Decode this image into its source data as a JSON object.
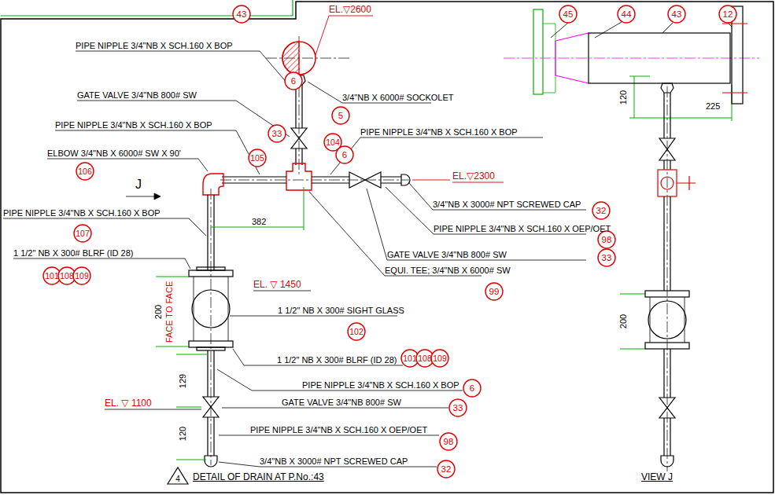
{
  "diagram": {
    "title": "DETAIL OF DRAIN AT P.No.:43",
    "labels": [
      "43",
      "EL.▽2600",
      "PIPE NIPPLE 3/4\"NB X SCH.160 X BOP",
      "6",
      "GATE VALVE 3/4\"NB 800# SW",
      "3/4\"NB X 6000# SOCKOLET",
      "5",
      "PIPE NIPPLE 3/4\"NB X SCH.160 X BOP",
      "33",
      "104",
      "PIPE NIPPLE 3/4\"NB X SCH.160 X BOP",
      "6",
      "ELBOW 3/4\"NB X 6000# SW X 90'",
      "105",
      "106",
      "EL.▽2300",
      "J",
      "382",
      "3/4\"NB X 3000# NPT SCREWED CAP",
      "32",
      "PIPE NIPPLE 3/4\"NB X SCH.160 X BOP",
      "107",
      "PIPE NIPPLE 3/4\"NB X SCH.160 X OEP/OET",
      "98",
      "1 1/2\" NB X 300# BLRF (ID 28)",
      "101",
      "108",
      "109",
      "GATE VALVE 3/4\"NB 800# SW",
      "33",
      "EQUI. TEE; 3/4\"NB X 6000# SW",
      "99",
      "EL. ▽ 1450",
      "FACE TO FACE",
      "200",
      "1 1/2\" NB X 300# SIGHT GLASS",
      "102",
      "1 1/2\" NB X 300# BLRF (ID 28)",
      "101",
      "108",
      "109",
      "129",
      "PIPE NIPPLE 3/4\"NB X SCH.160 X BOP",
      "6",
      "EL. ▽ 1100",
      "GATE VALVE 3/4\"NB 800# SW",
      "33",
      "120",
      "PIPE NIPPLE 3/4\"NB X SCH.160 X OEP/OET",
      "98",
      "3/4\"NB X 3000# NPT SCREWED CAP",
      "32",
      "4",
      "45",
      "44",
      "43",
      "12",
      "120",
      "225",
      "200",
      "VIEW J"
    ]
  }
}
